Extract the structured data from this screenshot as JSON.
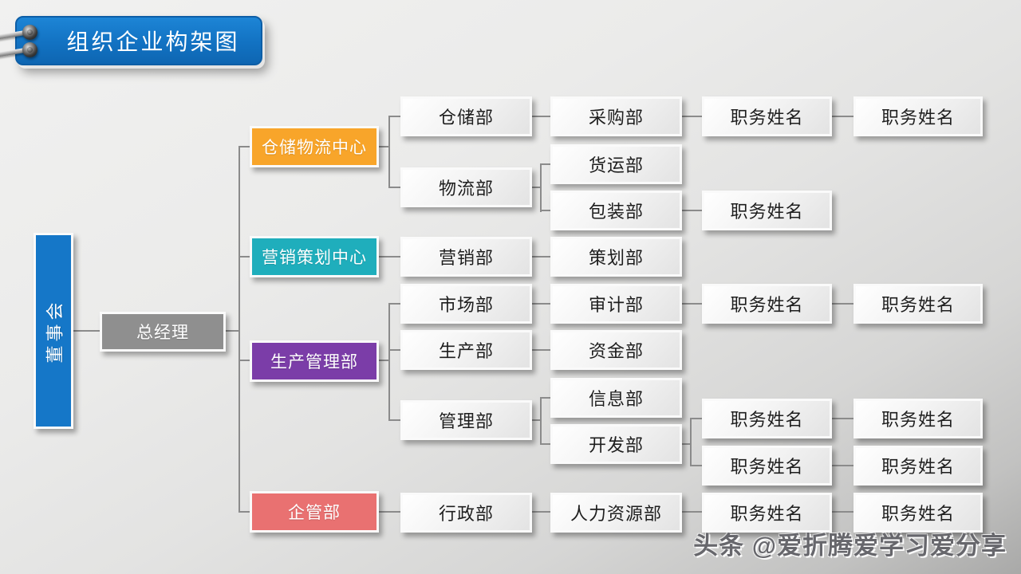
{
  "title": "组织企业构架图",
  "watermark": "头条 @爱折腾爱学习爱分享",
  "colors": {
    "banner_blue": "#1577c8",
    "board_blue": "#1577c8",
    "orange": "#f8a52a",
    "teal": "#1faebc",
    "purple": "#7b3da8",
    "red": "#e97171",
    "gray": "#8f8f8f",
    "connector": "#8b8b8b"
  },
  "labels": {
    "board": "董事会",
    "general_manager": "总经理",
    "warehouse_logistics_center": "仓储物流中心",
    "marketing_planning_center": "营销策划中心",
    "production_management": "生产管理部",
    "enterprise_management": "企管部",
    "warehouse_dept": "仓储部",
    "logistics_dept": "物流部",
    "purchasing_dept": "采购部",
    "freight_dept": "货运部",
    "packaging_dept": "包装部",
    "marketing_dept": "营销部",
    "planning_dept": "策划部",
    "market_dept": "市场部",
    "production_dept": "生产部",
    "audit_dept": "审计部",
    "finance_dept": "资金部",
    "management_dept": "管理部",
    "information_dept": "信息部",
    "development_dept": "开发部",
    "admin_dept": "行政部",
    "hr_dept": "人力资源部",
    "position_name": "职务姓名"
  }
}
